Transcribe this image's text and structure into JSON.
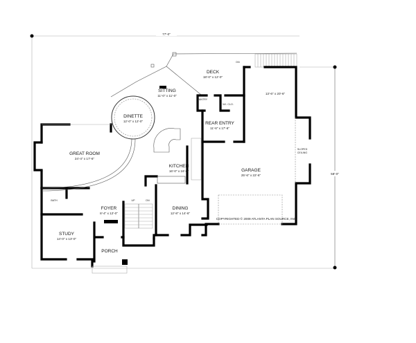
{
  "dimensions": {
    "width": "77'-0\"",
    "depth": "58'-0\""
  },
  "rooms": [
    {
      "name": "DECK",
      "size": "18'-0\" x 12'-0\""
    },
    {
      "name": "SITTING",
      "size": "11'-0\" x 11'-0\""
    },
    {
      "name": "PANTRY"
    },
    {
      "name": "W.I. CLO."
    },
    {
      "name": "DINETTE",
      "size": "12'-0\" x 12'-0\""
    },
    {
      "name": "REAR ENTRY",
      "size": "11'-6\" x 17'-6\""
    },
    {
      "name": "GREAT ROOM",
      "size": "24'-4\" x 17'-6\""
    },
    {
      "name": "KITCHEN",
      "size": "16'-0\" x 16'-0\""
    },
    {
      "name": "GARAGE",
      "size": "25'-6\" x 22'-6\""
    },
    {
      "name": "BATH"
    },
    {
      "name": "FOYER",
      "size": "8'-4\" x 12'-0\""
    },
    {
      "name": "DINING",
      "size": "12'-8\" x 14'-6\""
    },
    {
      "name": "STUDY",
      "size": "14'-0\" x 13'-0\""
    },
    {
      "name": "PORCH"
    }
  ],
  "garage_bay_size": "13'-6\" x 20'-6\"",
  "sloped_ceiling": [
    "SLOPED",
    "CEILING"
  ],
  "stairs": {
    "up": "UP",
    "down": "DN"
  },
  "deck_stair": "DN",
  "copyright": "COPYRIGHTED © 2009 ATLANTA PLAN SOURCE, INC."
}
